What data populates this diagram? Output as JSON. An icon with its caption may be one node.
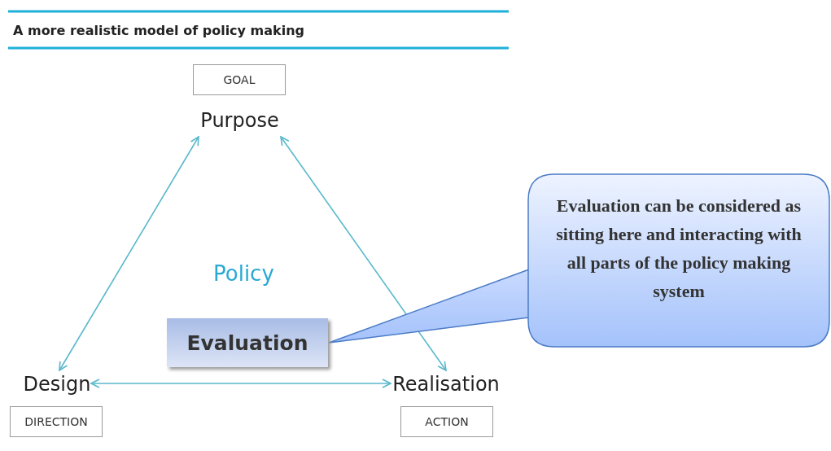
{
  "diagram": {
    "title": "A more realistic model of policy making",
    "nodes": [
      {
        "text": [
          "GOAL"
        ]
      },
      {
        "text": [
          "Purpose"
        ]
      },
      {
        "text": [
          "Evaluation can be considered as sitting here and interacting with all parts of the policy making system"
        ]
      },
      {
        "text": [
          "Evaluation"
        ]
      },
      {
        "text": [
          "Design"
        ]
      },
      {
        "text": [
          "Realisation"
        ]
      },
      {
        "text": [
          "DIRECTION"
        ]
      },
      {
        "text": [
          "ACTION"
        ]
      }
    ],
    "edges": [
      {
        "from": 4,
        "to": 1,
        "arrow": "both"
      },
      {
        "from": 1,
        "to": 5,
        "arrow": "both"
      },
      {
        "from": 4,
        "to": 5,
        "arrow": "both"
      }
    ],
    "labels": [
      "Policy"
    ]
  }
}
